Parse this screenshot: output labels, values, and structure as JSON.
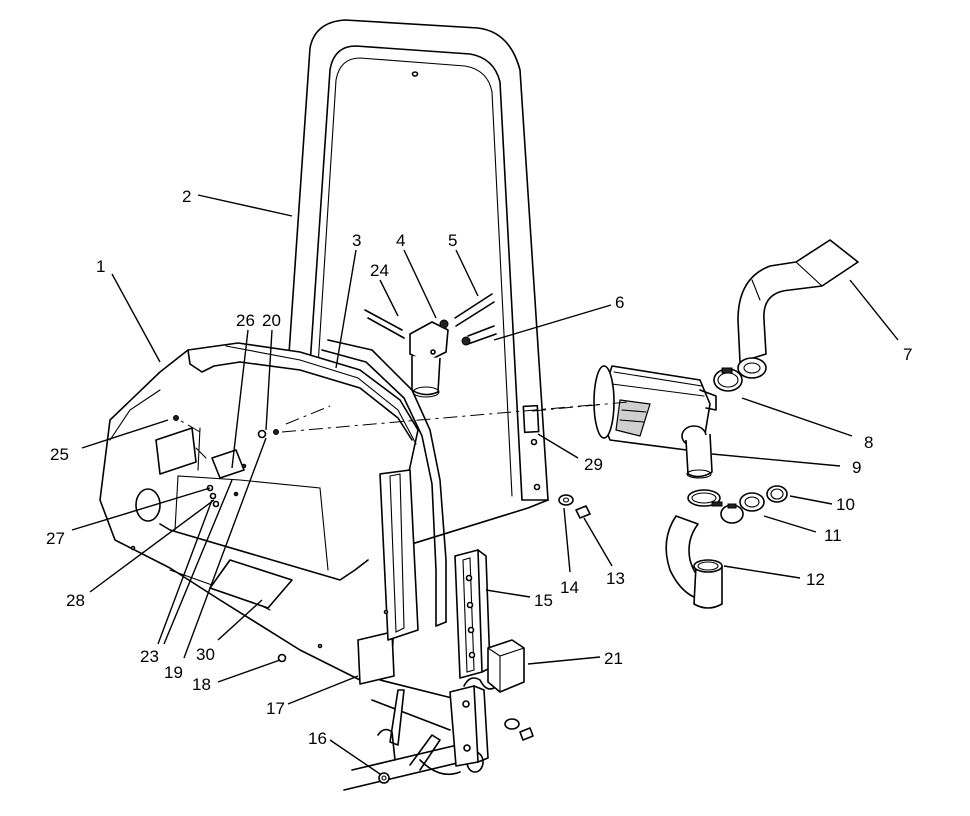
{
  "callouts": [
    {
      "id": "c1",
      "text": "1"
    },
    {
      "id": "c2",
      "text": "2"
    },
    {
      "id": "c3",
      "text": "3"
    },
    {
      "id": "c4",
      "text": "4"
    },
    {
      "id": "c5",
      "text": "5"
    },
    {
      "id": "c6",
      "text": "6"
    },
    {
      "id": "c7",
      "text": "7"
    },
    {
      "id": "c8",
      "text": "8"
    },
    {
      "id": "c9",
      "text": "9"
    },
    {
      "id": "c10",
      "text": "10"
    },
    {
      "id": "c11",
      "text": "11"
    },
    {
      "id": "c12",
      "text": "12"
    },
    {
      "id": "c13",
      "text": "13"
    },
    {
      "id": "c14",
      "text": "14"
    },
    {
      "id": "c15",
      "text": "15"
    },
    {
      "id": "c16",
      "text": "16"
    },
    {
      "id": "c17",
      "text": "17"
    },
    {
      "id": "c18",
      "text": "18"
    },
    {
      "id": "c19",
      "text": "19"
    },
    {
      "id": "c20",
      "text": "20"
    },
    {
      "id": "c21",
      "text": "21"
    },
    {
      "id": "c23",
      "text": "23"
    },
    {
      "id": "c24",
      "text": "24"
    },
    {
      "id": "c25",
      "text": "25"
    },
    {
      "id": "c26",
      "text": "26"
    },
    {
      "id": "c27",
      "text": "27"
    },
    {
      "id": "c28",
      "text": "28"
    },
    {
      "id": "c29",
      "text": "29"
    },
    {
      "id": "c30",
      "text": "30"
    }
  ]
}
